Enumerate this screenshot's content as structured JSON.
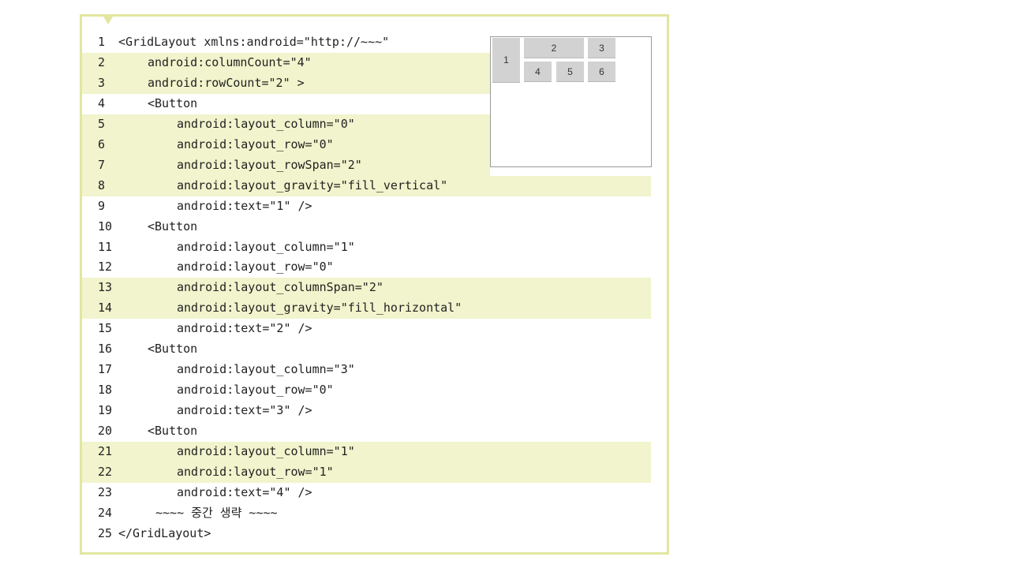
{
  "code_lines": [
    {
      "num": "1",
      "text": "<GridLayout xmlns:android=\"http://~~~\""
    },
    {
      "num": "2",
      "text": "android:columnCount=\"4\""
    },
    {
      "num": "3",
      "text": "android:rowCount=\"2\" >"
    },
    {
      "num": "4",
      "text": "<Button"
    },
    {
      "num": "5",
      "text": "android:layout_column=\"0\""
    },
    {
      "num": "6",
      "text": "android:layout_row=\"0\""
    },
    {
      "num": "7",
      "text": "android:layout_rowSpan=\"2\""
    },
    {
      "num": "8",
      "text": "android:layout_gravity=\"fill_vertical\""
    },
    {
      "num": "9",
      "text": "android:text=\"1\" />"
    },
    {
      "num": "10",
      "text": "<Button"
    },
    {
      "num": "11",
      "text": "android:layout_column=\"1\""
    },
    {
      "num": "12",
      "text": "android:layout_row=\"0\""
    },
    {
      "num": "13",
      "text": "android:layout_columnSpan=\"2\""
    },
    {
      "num": "14",
      "text": "android:layout_gravity=\"fill_horizontal\""
    },
    {
      "num": "15",
      "text": "android:text=\"2\" />"
    },
    {
      "num": "16",
      "text": "<Button"
    },
    {
      "num": "17",
      "text": "android:layout_column=\"3\""
    },
    {
      "num": "18",
      "text": "android:layout_row=\"0\""
    },
    {
      "num": "19",
      "text": "android:text=\"3\" />"
    },
    {
      "num": "20",
      "text": "<Button"
    },
    {
      "num": "21",
      "text": "android:layout_column=\"1\""
    },
    {
      "num": "22",
      "text": "android:layout_row=\"1\""
    },
    {
      "num": "23",
      "text": "android:text=\"4\" />"
    },
    {
      "num": "24",
      "text": "~~~~ 중간 생략 ~~~~"
    },
    {
      "num": "25",
      "text": "</GridLayout>"
    }
  ],
  "preview": {
    "buttons": [
      "1",
      "2",
      "3",
      "4",
      "5",
      "6"
    ]
  },
  "colors": {
    "frame_border": "#e2e6a0",
    "highlight": "#f1f4cc",
    "button_fill": "#d2d2d2"
  }
}
